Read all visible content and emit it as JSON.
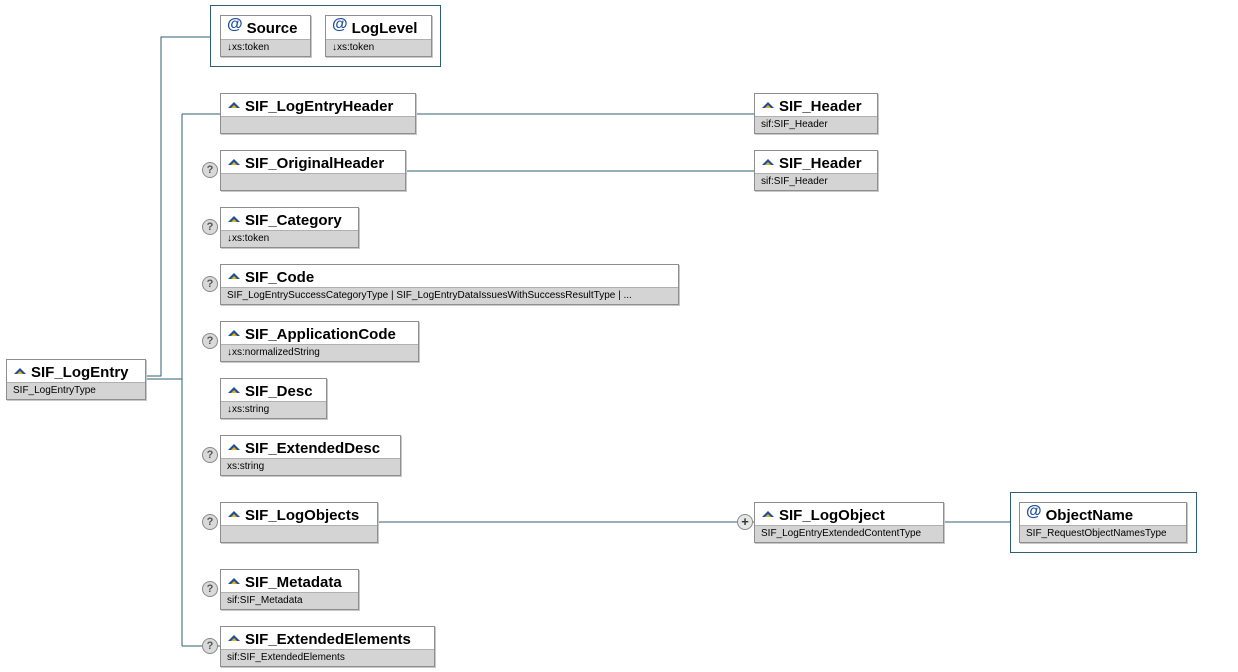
{
  "root": {
    "name": "SIF_LogEntry",
    "type": "SIF_LogEntryType"
  },
  "attributes": [
    {
      "name": "Source",
      "type": "↓xs:token"
    },
    {
      "name": "LogLevel",
      "type": "↓xs:token"
    }
  ],
  "elements": [
    {
      "name": "SIF_LogEntryHeader",
      "type": ""
    },
    {
      "name": "SIF_OriginalHeader",
      "type": ""
    },
    {
      "name": "SIF_Category",
      "type": "↓xs:token"
    },
    {
      "name": "SIF_Code",
      "type": "SIF_LogEntrySuccessCategoryType | SIF_LogEntryDataIssuesWithSuccessResultType | ..."
    },
    {
      "name": "SIF_ApplicationCode",
      "type": "↓xs:normalizedString"
    },
    {
      "name": "SIF_Desc",
      "type": "↓xs:string"
    },
    {
      "name": "SIF_ExtendedDesc",
      "type": "xs:string"
    },
    {
      "name": "SIF_LogObjects",
      "type": ""
    },
    {
      "name": "SIF_Metadata",
      "type": "sif:SIF_Metadata"
    },
    {
      "name": "SIF_ExtendedElements",
      "type": "sif:SIF_ExtendedElements"
    }
  ],
  "refs": {
    "header1": {
      "name": "SIF_Header",
      "type": "sif:SIF_Header"
    },
    "header2": {
      "name": "SIF_Header",
      "type": "sif:SIF_Header"
    },
    "log_object": {
      "name": "SIF_LogObject",
      "type": "SIF_LogEntryExtendedContentType"
    },
    "object_name": {
      "name": "ObjectName",
      "type": "SIF_RequestObjectNamesType"
    }
  },
  "markers": {
    "optional": "?",
    "expand": "+",
    "attribute": "@"
  },
  "icons": {
    "element": "element-icon",
    "attribute": "attribute-icon",
    "optional": "question-icon",
    "expand": "plus-icon"
  },
  "colors": {
    "connector": "#2f5f73",
    "box_border": "#8e8e8e",
    "type_band": "#d4d4d4",
    "icon_blue": "#1f4e9e",
    "icon_yellow": "#e8b400"
  }
}
